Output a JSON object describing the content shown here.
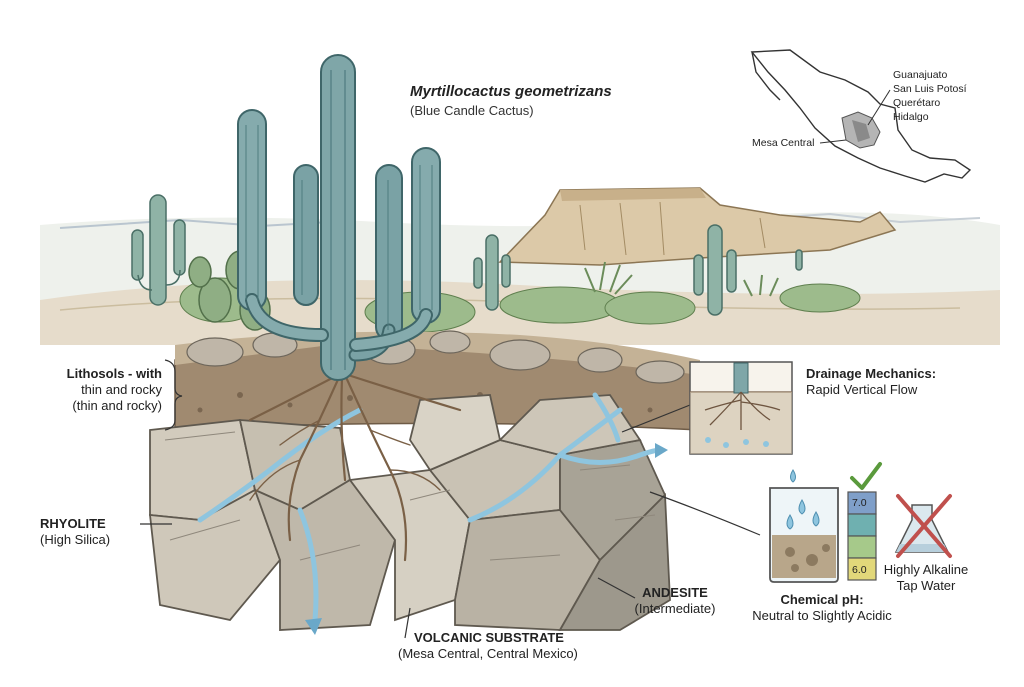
{
  "title": {
    "species": "Myrtillocactus geometrizans",
    "common_name": "(Blue Candle Cactus)"
  },
  "labels": {
    "lithosols": {
      "line1": "Lithosols - with",
      "line2": "thin and rocky",
      "line3": "(thin and rocky)"
    },
    "rhyolite": {
      "name": "RHYOLITE",
      "desc": "(High Silica)"
    },
    "andesite": {
      "name": "ANDESITE",
      "desc": "(Intermediate)"
    },
    "substrate": {
      "name": "VOLCANIC SUBSTRATE",
      "desc": "(Mesa Central, Central Mexico)"
    },
    "drainage": {
      "title": "Drainage Mechanics:",
      "desc": "Rapid Vertical Flow"
    },
    "ph": {
      "title": "Chemical pH:",
      "desc": "Neutral to Slightly Acidic",
      "scale_top": "7.0",
      "scale_bottom": "6.0"
    },
    "tap_water": {
      "line1": "Highly Alkaline",
      "line2": "Tap Water"
    }
  },
  "map": {
    "states": [
      "Guanajuato",
      "San Luis Potosí",
      "Querétaro",
      "Hidalgo"
    ],
    "region": "Mesa Central"
  },
  "colors": {
    "cactus": "#7fa6a8",
    "cactus_dark": "#4f7c80",
    "rock": "#c9c2b4",
    "rock_dark": "#8f887c",
    "soil": "#8a7560",
    "water": "#8ec5df",
    "mesa": "#dcc9a8",
    "check": "#5a9a3c",
    "cross": "#c0504d"
  },
  "icons": [
    "cactus-icon",
    "mesa-icon",
    "mexico-map-icon",
    "beaker-icon",
    "ph-scale-icon",
    "check-icon",
    "cross-icon",
    "water-drop-icon"
  ]
}
